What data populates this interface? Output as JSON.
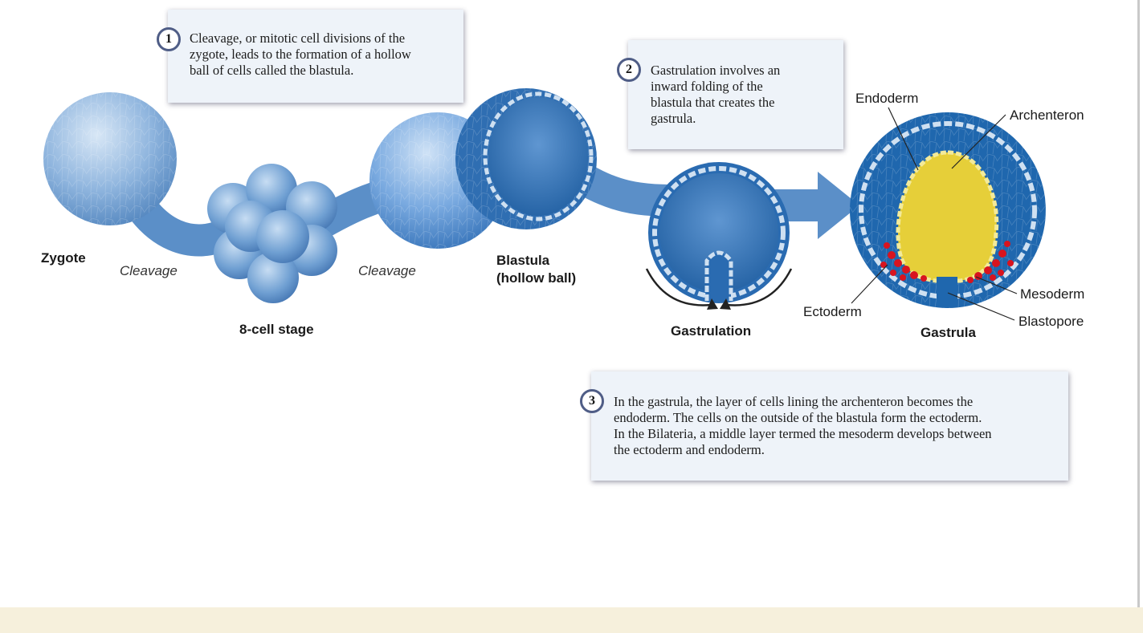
{
  "callouts": [
    {
      "number": "1",
      "lines": [
        "Cleavage, or mitotic cell divisions of the",
        "zygote, leads to the formation of a hollow",
        "ball of cells called the blastula."
      ]
    },
    {
      "number": "2",
      "lines": [
        "Gastrulation involves an",
        "inward folding of the",
        "blastula that creates the",
        "gastrula."
      ]
    },
    {
      "number": "3",
      "lines": [
        "In the gastrula, the layer of cells lining the archenteron becomes the",
        "endoderm. The cells on the outside of the blastula form the ectoderm.",
        "In the Bilateria, a middle layer termed the mesoderm develops between",
        "the ectoderm and endoderm."
      ]
    }
  ],
  "stages": {
    "zygote": "Zygote",
    "eight_cell": "8-cell stage",
    "blastula_line1": "Blastula",
    "blastula_line2": "(hollow ball)",
    "gastrulation": "Gastrulation",
    "gastrula": "Gastrula"
  },
  "processes": {
    "cleavage_1": "Cleavage",
    "cleavage_2": "Cleavage"
  },
  "parts": {
    "endoderm": "Endoderm",
    "archenteron": "Archenteron",
    "mesoderm": "Mesoderm",
    "ectoderm": "Ectoderm",
    "blastopore": "Blastopore"
  },
  "colors": {
    "path_arrow": "#5b8fc8",
    "cell_light": "#a9c9ec",
    "cell_dark": "#1f67ae",
    "endoderm_yellow": "#e6cf39",
    "mesoderm_red": "#d8141f",
    "callout_bg": "#eef3f9",
    "footer_bg": "#f6f0dc"
  }
}
